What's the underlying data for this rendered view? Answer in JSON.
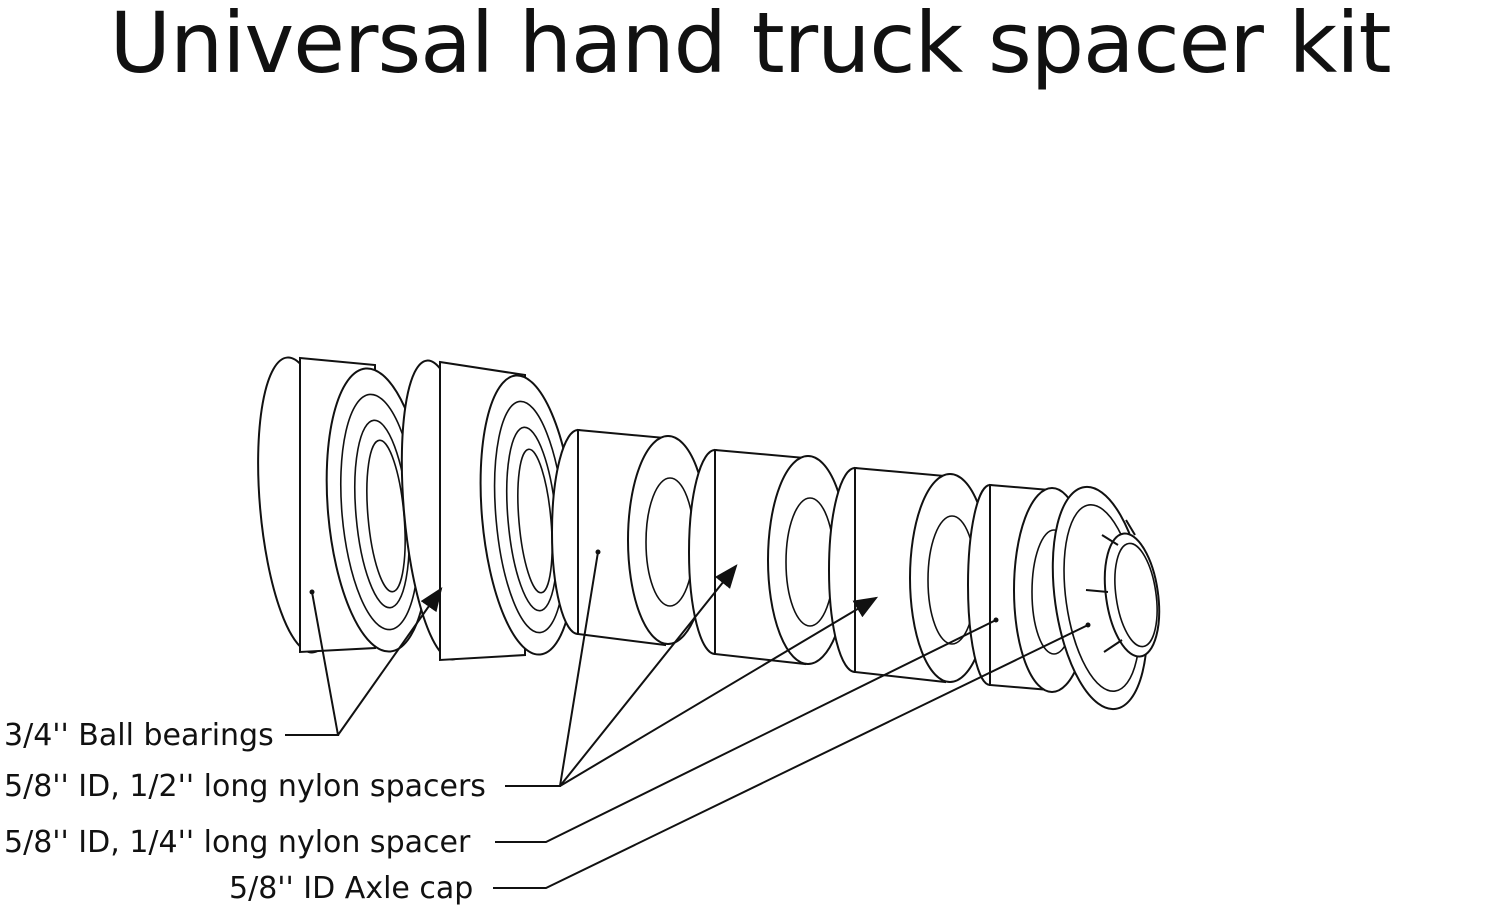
{
  "title": "Universal hand truck spacer kit",
  "labels": {
    "bearings": "3/4'' Ball bearings",
    "long_spacers": "5/8'' ID, 1/2'' long nylon spacers",
    "short_spacer": "5/8'' ID, 1/4'' long nylon spacer",
    "axle_cap": "5/8'' ID Axle cap"
  }
}
